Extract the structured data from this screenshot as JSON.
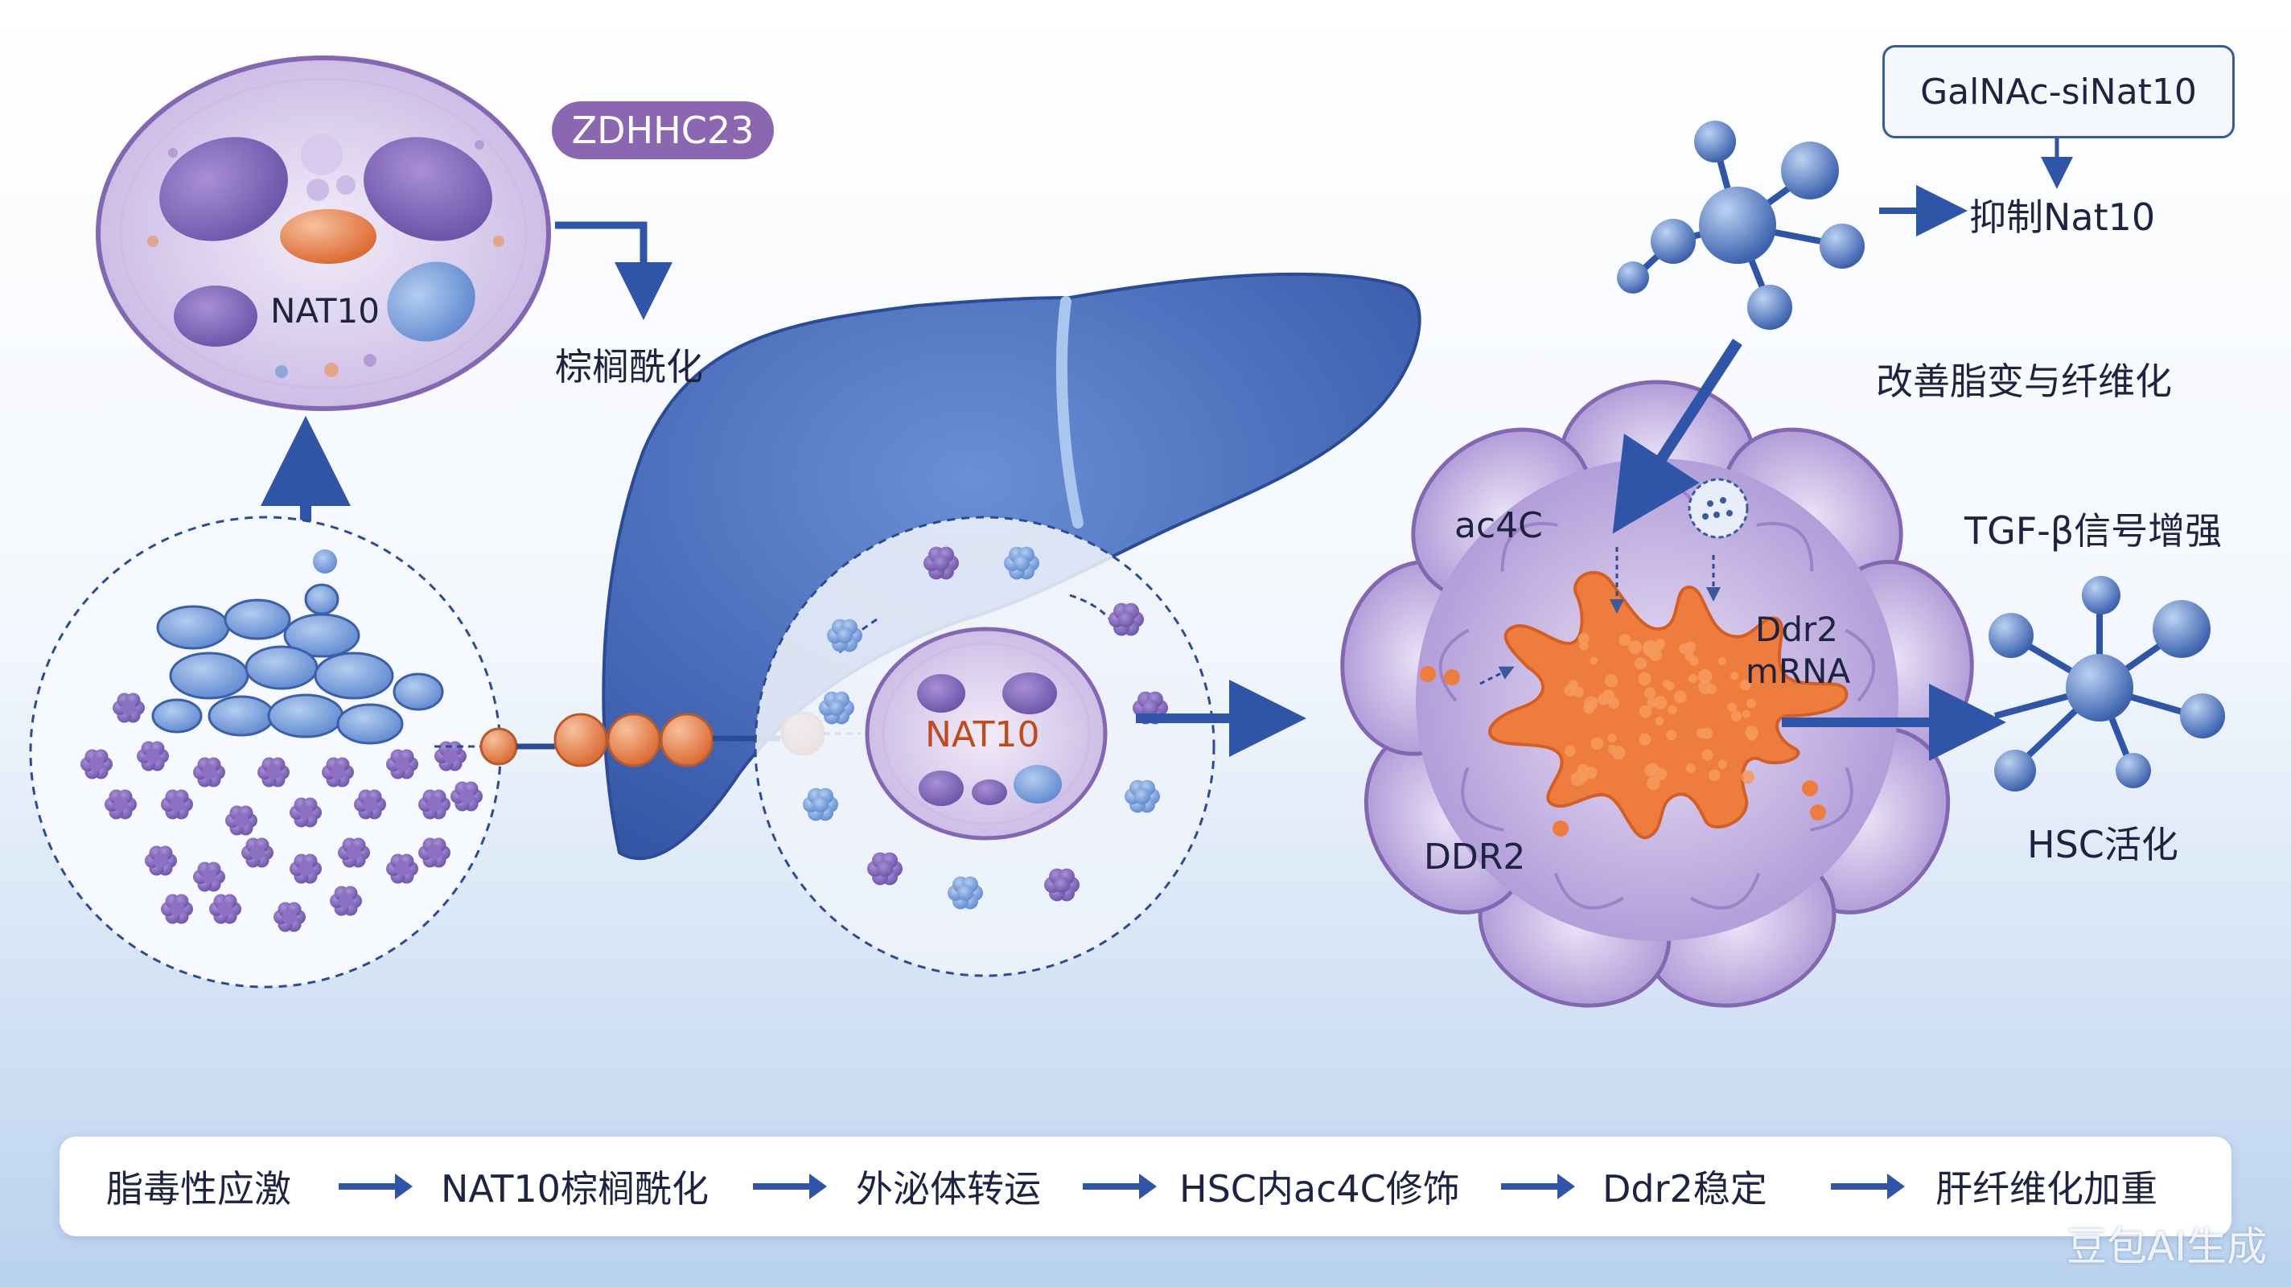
{
  "labels": {
    "top_cell_nat10": "NAT10",
    "zdhhc23": "ZDHHC23",
    "palmitoylation": "棕榈酰化",
    "exo_nat10": "NAT10",
    "galnac": "GalNAc-siNat10",
    "inhibit_nat10": "抑制Nat10",
    "improve": "改善脂变与纤维化",
    "ac4c": "ac4C",
    "tgf": "TGF-β信号增强",
    "ddr2_mrna_1": "Ddr2",
    "ddr2_mrna_2": "mRNA",
    "ddr2_protein": "DDR2",
    "hsc_activation": "HSC活化"
  },
  "flow": {
    "steps": [
      "脂毒性应激",
      "NAT10棕榈酰化",
      "外泌体转运",
      "HSC内ac4C修饰",
      "Ddr2稳定",
      "肝纤维化加重"
    ]
  },
  "watermark": "豆包AI生成",
  "colors": {
    "accent_blue": "#2f55a8",
    "liver_blue": "#4d73c4",
    "cell_purple": "#c7b8e2",
    "nucleus_orange": "#e8783d",
    "pill_purple": "#8a67b0"
  }
}
